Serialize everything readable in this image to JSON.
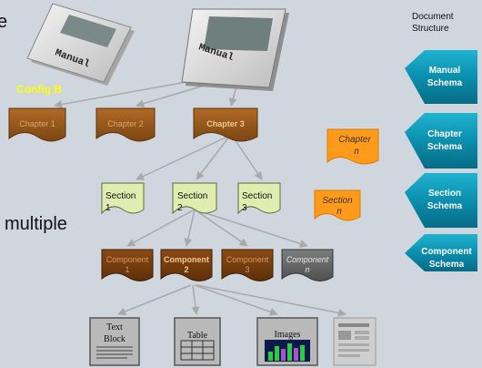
{
  "partial_text": {
    "top_left": "e",
    "multiple": "multiple"
  },
  "manuals": {
    "left_label": "Manual",
    "right_label": "Manual",
    "config_label": "Config B"
  },
  "document_structure": {
    "title_line1": "Document",
    "title_line2": "Structure",
    "schemas": [
      {
        "line1": "Manual",
        "line2": "Schema"
      },
      {
        "line1": "Chapter",
        "line2": "Schema"
      },
      {
        "line1": "Section",
        "line2": "Schema"
      },
      {
        "line1": "Component",
        "line2": "Schema"
      }
    ]
  },
  "chapters": [
    "Chapter 1",
    "Chapter 2",
    "Chapter 3"
  ],
  "chapter_n": {
    "line1": "Chapter",
    "line2": "n"
  },
  "sections": [
    {
      "line1": "Section",
      "line2": "1"
    },
    {
      "line1": "Section",
      "line2": "2"
    },
    {
      "line1": "Section",
      "line2": "3"
    }
  ],
  "section_n": {
    "line1": "Section",
    "line2": "n"
  },
  "components": [
    {
      "line1": "Component",
      "line2": "1"
    },
    {
      "line1": "Component",
      "line2": "2"
    },
    {
      "line1": "Component",
      "line2": "3"
    },
    {
      "line1": "Component",
      "line2": "n"
    }
  ],
  "leaf_items": {
    "text_block_line1": "Text",
    "text_block_line2": "Block",
    "table": "Table",
    "images": "Images"
  },
  "colors": {
    "background": "#cfd6de",
    "chapter_fill": "#9a5a1c",
    "section_fill": "#dfeeb0",
    "component_fill": "#7a3f0e",
    "component_n_fill": "#6b6b6b",
    "orange_note": "#ff9a1a",
    "schema_teal": "#0b8fae",
    "config_yellow": "#ffff00",
    "connector": "#a9a9a9"
  }
}
